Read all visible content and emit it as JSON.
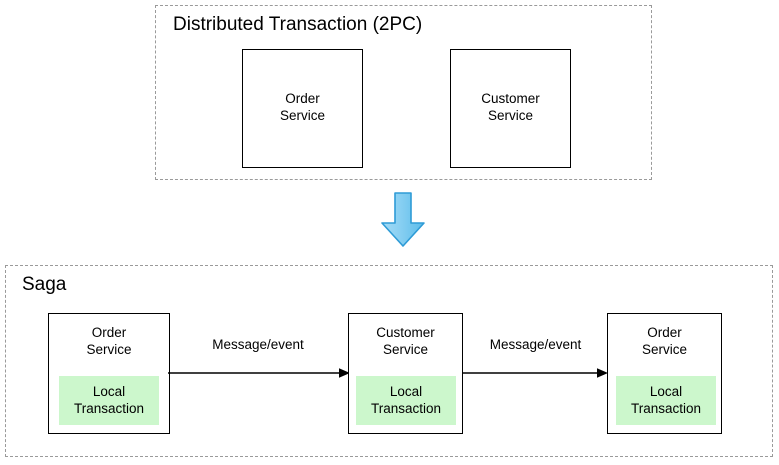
{
  "diagram": {
    "title_semantic": "distributed-transaction-vs-saga",
    "colors": {
      "local_transaction_fill": "#ccf7cc",
      "box_stroke": "#000000",
      "group_stroke": "#9a9a9a",
      "big_arrow_fill_light": "#a8dcf5",
      "big_arrow_fill_dark": "#6dc4ee",
      "big_arrow_stroke": "#2e9bd6",
      "background": "#ffffff"
    }
  },
  "top_group": {
    "title": "Distributed Transaction (2PC)",
    "services": [
      {
        "name": "Order\nService"
      },
      {
        "name": "Customer\nService"
      }
    ]
  },
  "transition_arrow": {
    "icon": "down-arrow-icon",
    "direction": "down"
  },
  "saga_group": {
    "title": "Saga",
    "local_transaction_label": "Local\nTransaction",
    "services": [
      {
        "name": "Order\nService",
        "local_transaction": "Local\nTransaction"
      },
      {
        "name": "Customer\nService",
        "local_transaction": "Local\nTransaction"
      },
      {
        "name": "Order\nService",
        "local_transaction": "Local\nTransaction"
      }
    ],
    "edges": [
      {
        "label": "Message/event"
      },
      {
        "label": "Message/event"
      }
    ]
  }
}
